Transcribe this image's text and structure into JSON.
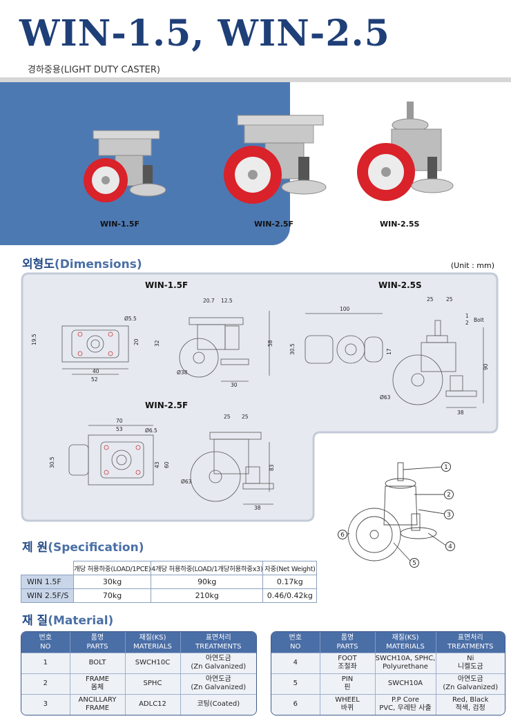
{
  "header": {
    "title": "WIN-1.5, WIN-2.5",
    "subtitle": "경하중용(LIGHT DUTY CASTER)"
  },
  "photos": [
    {
      "label": "WIN-1.5F"
    },
    {
      "label": "WIN-2.5F"
    },
    {
      "label": "WIN-2.5S"
    }
  ],
  "dimensions": {
    "title_kr": "외형도",
    "title_en": "(Dimensions)",
    "unit": "(Unit : mm)",
    "win15f": {
      "label": "WIN-1.5F",
      "d1": "19.5",
      "d2": "40",
      "d3": "52",
      "d4": "20",
      "d5": "32",
      "d6": "Ø5.5",
      "d7": "20.7",
      "d8": "12.5",
      "d9": "58",
      "d10": "Ø38",
      "d11": "30"
    },
    "win25s": {
      "label": "WIN-2.5S",
      "d1": "100",
      "d2": "30.5",
      "d3": "17",
      "d4": "25",
      "d5": "25",
      "bolt_num": "1",
      "bolt_den": "2",
      "bolt": "Bolt",
      "d6": "90",
      "d7": "Ø63",
      "d8": "38"
    },
    "win25f": {
      "label": "WIN-2.5F",
      "d1": "70",
      "d2": "53",
      "d3": "Ø6.5",
      "d4": "30.5",
      "d5": "43",
      "d6": "60",
      "d7": "25",
      "d8": "25",
      "d9": "83",
      "d10": "Ø63",
      "d11": "38"
    }
  },
  "parts_callouts": [
    "1",
    "2",
    "3",
    "4",
    "5",
    "6"
  ],
  "specification": {
    "title_kr": "제 원",
    "title_en": "(Specification)",
    "headers": [
      "개당 허용하중(LOAD/1PCE)",
      "4개당 허용하중(LOAD/1개당허용하중x3)",
      "자중(Net Weight)"
    ],
    "rows": [
      {
        "model": "WIN 1.5F",
        "load1": "30kg",
        "load4": "90kg",
        "weight": "0.17kg"
      },
      {
        "model": "WIN 2.5F/S",
        "load1": "70kg",
        "load4": "210kg",
        "weight": "0.46/0.42kg"
      }
    ]
  },
  "material": {
    "title_kr": "재 질",
    "title_en": "(Material)",
    "headers": {
      "no": "번호\nNO",
      "parts": "품명\nPARTS",
      "materials": "재질(KS)\nMATERIALS",
      "treatments": "표면처리\nTREATMENTS"
    },
    "left": [
      {
        "no": "1",
        "parts": "BOLT",
        "materials": "SWCH10C",
        "treatments": "아연도금\n(Zn Galvanized)"
      },
      {
        "no": "2",
        "parts": "FRAME\n몸체",
        "materials": "SPHC",
        "treatments": "아연도금\n(Zn Galvanized)"
      },
      {
        "no": "3",
        "parts": "ANCILLARY\nFRAME",
        "materials": "ADLC12",
        "treatments": "코팅(Coated)"
      }
    ],
    "right": [
      {
        "no": "4",
        "parts": "FOOT\n조절좌",
        "materials": "SWCH10A, SPHC,\nPolyurethane",
        "treatments": "Ni\n니켈도금"
      },
      {
        "no": "5",
        "parts": "PIN\n핀",
        "materials": "SWCH10A",
        "treatments": "아연도금\n(Zn Galvanized)"
      },
      {
        "no": "6",
        "parts": "WHEEL\n바퀴",
        "materials": "P.P Core\nPVC, 우레탄 사출",
        "treatments": "Red, Black\n적색, 검정"
      }
    ]
  },
  "colors": {
    "title": "#1f3f78",
    "hero_blue": "#4d79b3",
    "panel_bg": "#e6e9f0",
    "wheel_red": "#d9222a",
    "header_blue": "#4a6ea6"
  }
}
